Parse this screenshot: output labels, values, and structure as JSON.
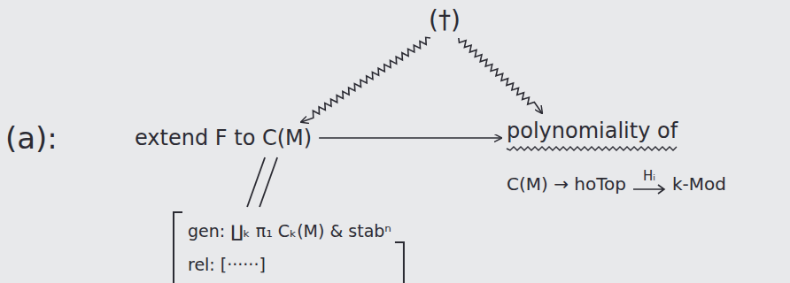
{
  "diagram": {
    "nodes": [
      {
        "text": [
          "(†)"
        ]
      },
      {
        "text": [
          "extend F to C(M)"
        ]
      },
      {
        "text": [
          "polynomiality of",
          "C(M) → hoTop",
          "Hᵢ",
          "k-Mod"
        ]
      },
      {
        "text": [
          "gen: ∐ₖ π₁ Cₖ(M) & stabⁿ",
          "rel: [······]"
        ]
      }
    ],
    "edges": [
      {
        "from": 0,
        "to": 1,
        "arrow": "to"
      },
      {
        "from": 0,
        "to": 2,
        "arrow": "to"
      },
      {
        "from": 1,
        "to": 2,
        "arrow": "to"
      },
      {
        "from": 1,
        "to": 3,
        "arrow": "none"
      }
    ],
    "labels": [
      "(a):"
    ]
  }
}
